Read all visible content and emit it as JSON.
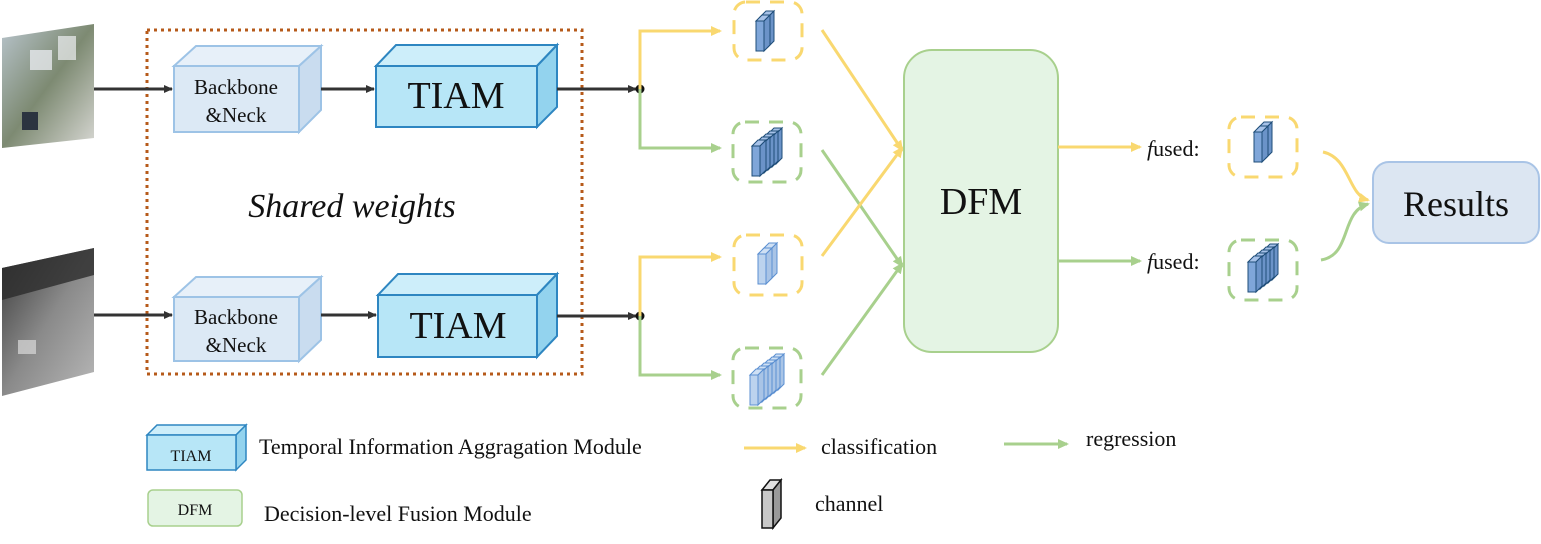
{
  "diagram": {
    "shared_weights_label": "Shared weights",
    "top_branch": {
      "backbone_label_line1": "Backbone",
      "backbone_label_line2": "&Neck",
      "tiam_label": "TIAM"
    },
    "bottom_branch": {
      "backbone_label_line1": "Backbone",
      "backbone_label_line2": "&Neck",
      "tiam_label": "TIAM"
    },
    "dfm_label": "DFM",
    "fused_label_prefix": "f",
    "fused_label_suffix": "used:",
    "results_label": "Results"
  },
  "legend": {
    "tiam_icon_label": "TIAM",
    "tiam_text": "Temporal Information Aggragation Module",
    "dfm_icon_label": "DFM",
    "dfm_text": "Decision-level Fusion Module",
    "classification_text": "classification",
    "regression_text": "regression",
    "channel_text": "channel"
  },
  "colors": {
    "yellow": "#f9d870",
    "green": "#a8d08d",
    "dotted_box": "#b65a1a",
    "tiam_fill": "#b7e6f7",
    "tiam_stroke": "#2e86c1",
    "backbone_fill": "#dce9f5",
    "backbone_stroke": "#9dc3e6",
    "dfm_fill": "#e4f4e4",
    "dfm_stroke": "#a8d08d",
    "results_fill": "#dce6f2",
    "results_stroke": "#a9c4e6",
    "channel_blue": "#5b8fd1"
  }
}
